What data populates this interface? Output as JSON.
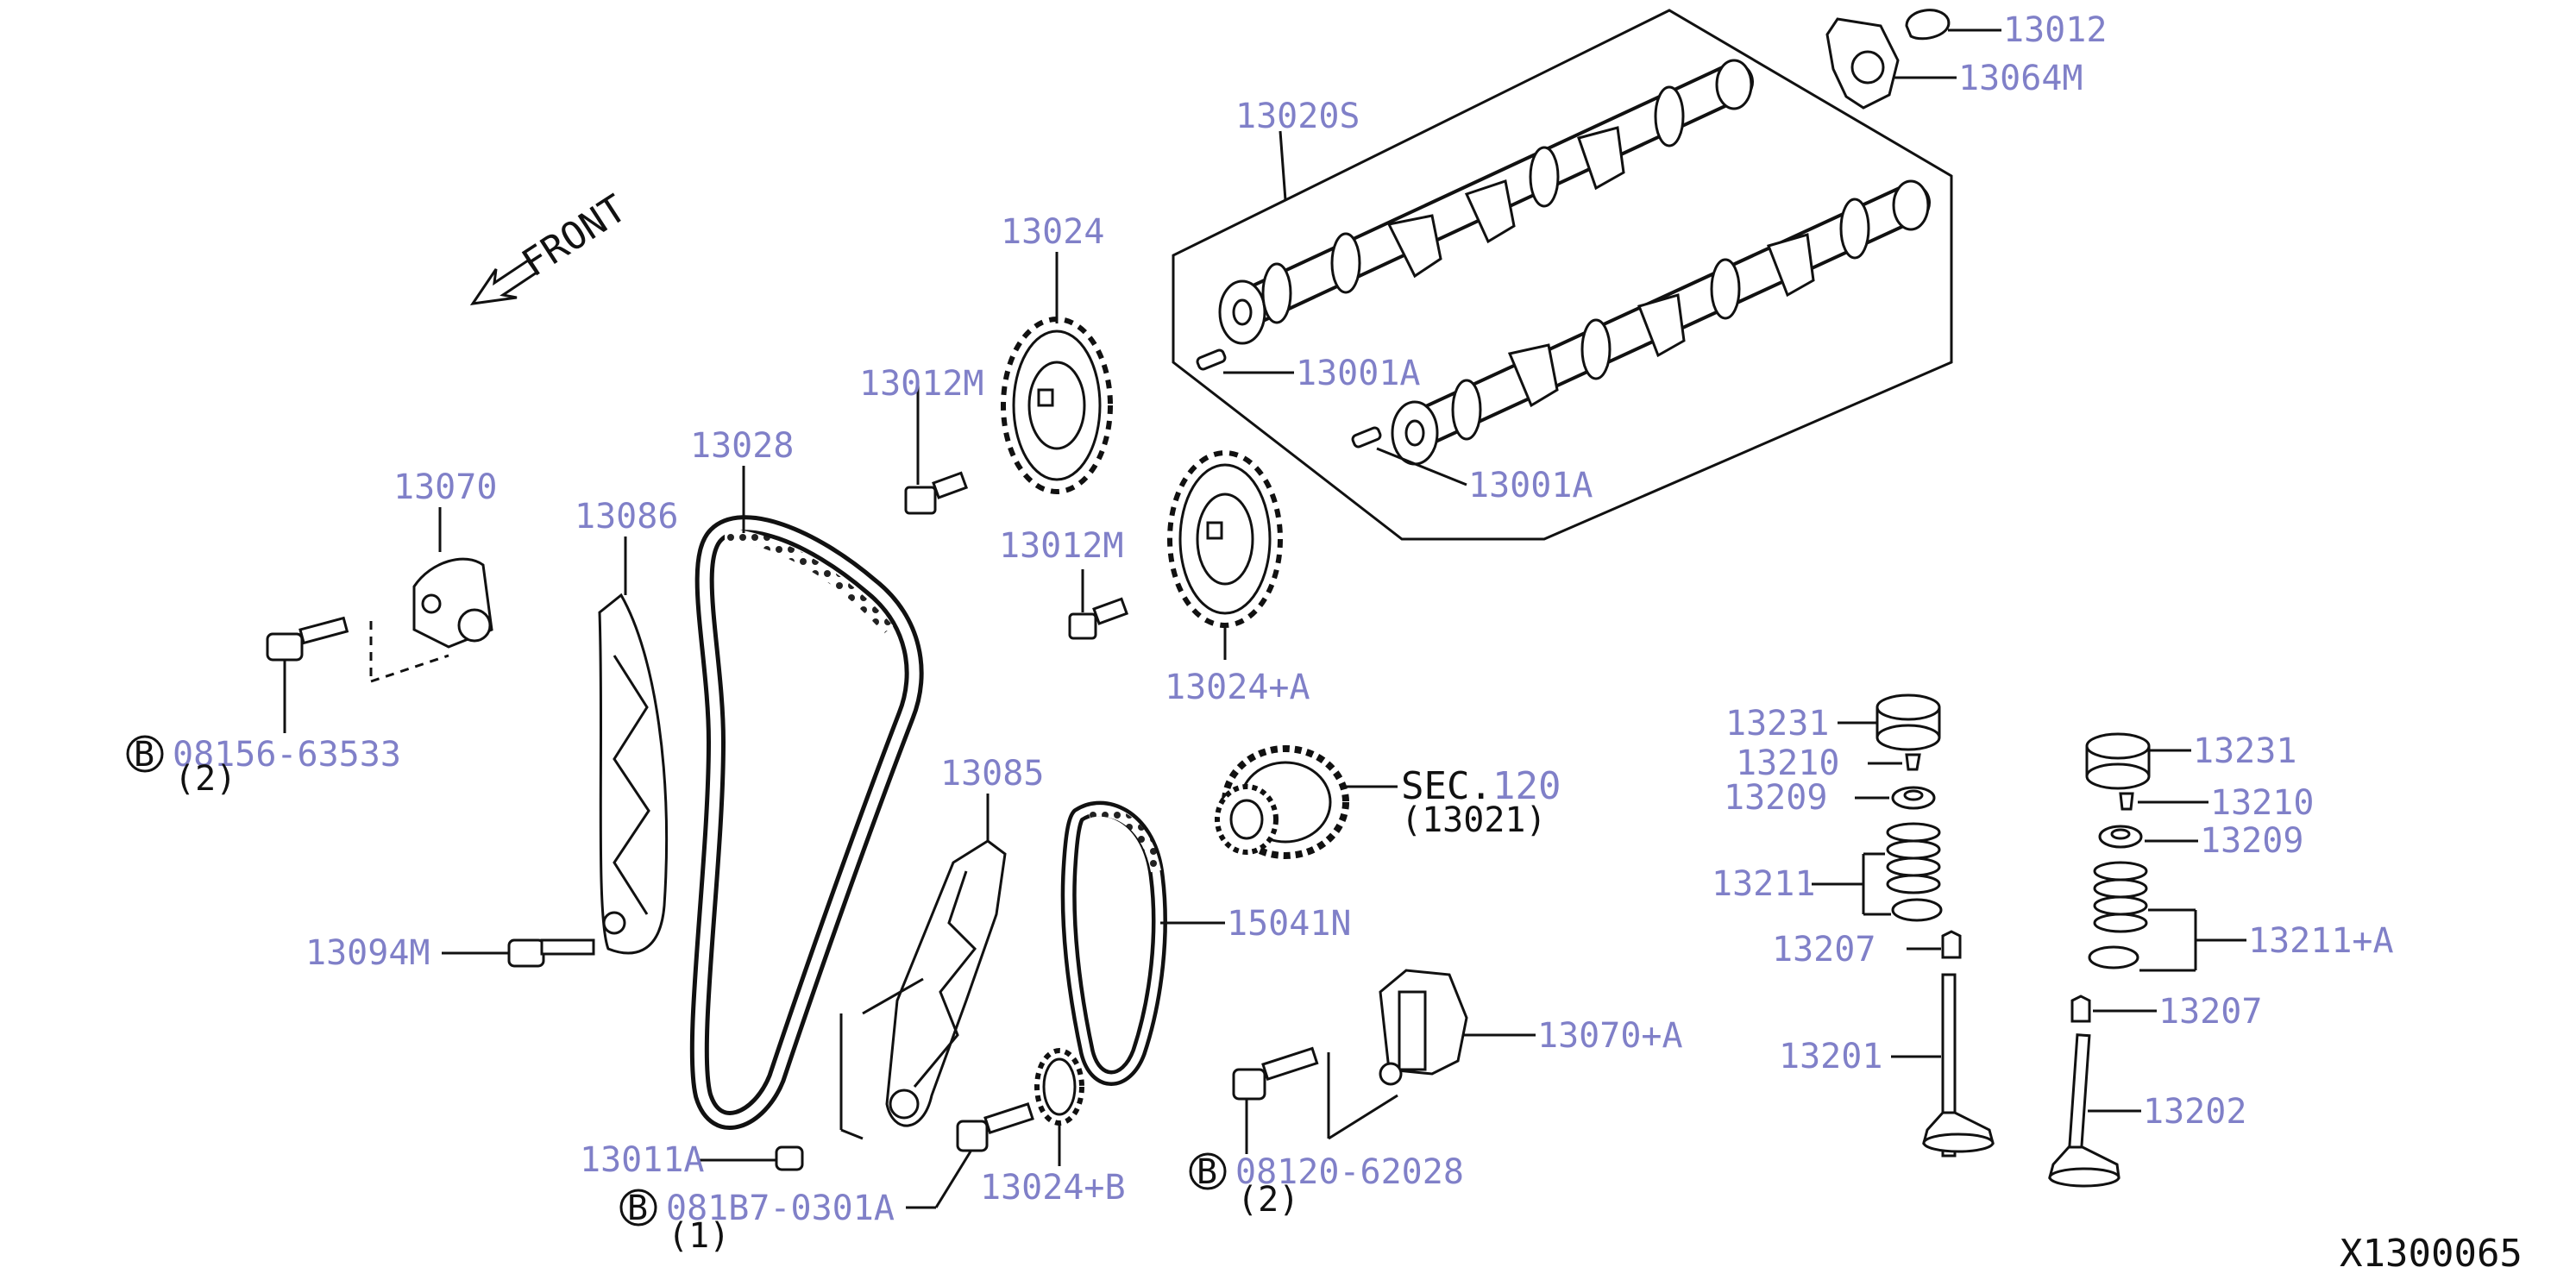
{
  "diagram_id": "X1300065",
  "front_label": "FRONT",
  "labels": {
    "camshaft_set": "13020S",
    "camshaft_pin_1": "13001A",
    "camshaft_pin_2": "13001A",
    "cover_13012": "13012",
    "plate_13064M": "13064M",
    "sprocket_13024": "13024",
    "sprocket_13024A": "13024+A",
    "bolt_13012M_1": "13012M",
    "bolt_13012M_2": "13012M",
    "chain_13028": "13028",
    "guide_13086": "13086",
    "tensioner_13070": "13070",
    "bolt_08156": "08156-63533",
    "bolt_08156_qty": "(2)",
    "bolt_13094M": "13094M",
    "guide_13085": "13085",
    "bolt_13011A": "13011A",
    "bolt_081B7": "081B7-0301A",
    "bolt_081B7_qty": "(1)",
    "sprocket_13024B": "13024+B",
    "sec_label": "SEC.",
    "sec_num": "120",
    "sec_sub": "(13021)",
    "chain_15041N": "15041N",
    "tensioner_13070A": "13070+A",
    "bolt_08120": "08120-62028",
    "bolt_08120_qty": "(2)",
    "lifter_13231_l": "13231",
    "collet_13210_l": "13210",
    "retainer_13209_l": "13209",
    "spring_13211_l": "13211",
    "seal_13207_l": "13207",
    "valve_13201": "13201",
    "lifter_13231_r": "13231",
    "collet_13210_r": "13210",
    "retainer_13209_r": "13209",
    "spring_13211_r": "13211+A",
    "seal_13207_r": "13207",
    "valve_13202": "13202"
  },
  "circled_letter": "B"
}
